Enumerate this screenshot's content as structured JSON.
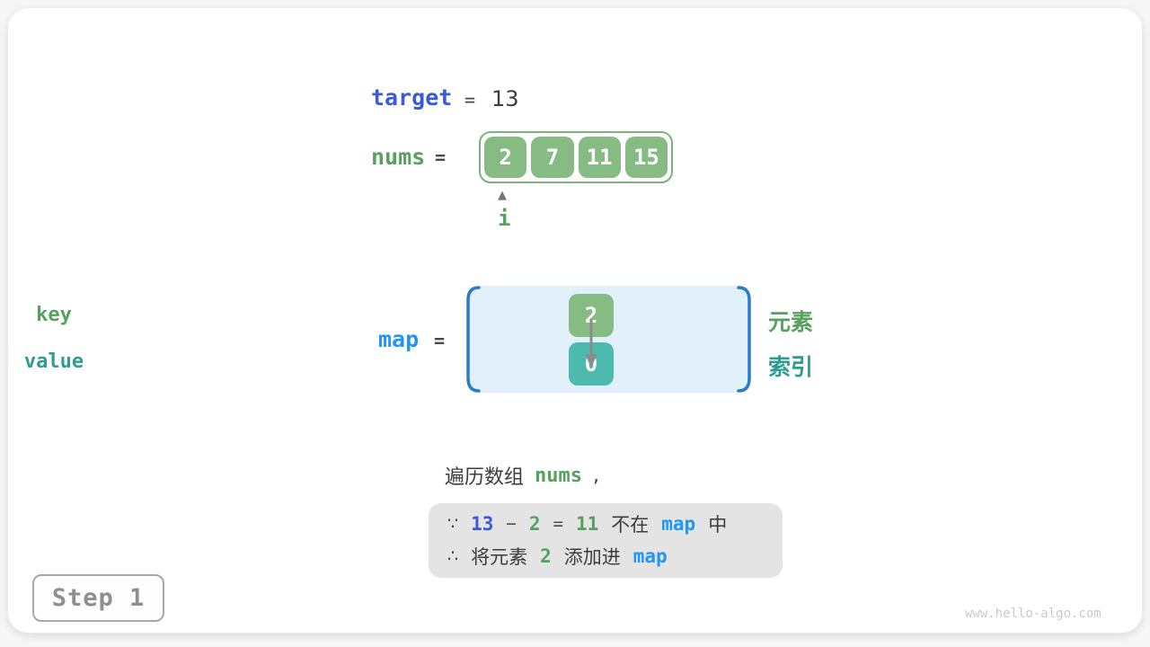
{
  "palette": {
    "code_blue": "#3A5BD9",
    "map_blue": "#2196F3",
    "bracket_blue": "#2B7CC8",
    "map_bg": "#E1F0FA",
    "green_text": "#56A15D",
    "green_box": "#87BB84",
    "green_box_border": "#7CB279",
    "teal_box": "#4DBAAE",
    "teal_text": "#2F9C91",
    "dark_text": "#3C3C3C",
    "note_bg": "#E4E4E4",
    "step_gray": "#8F8F8F",
    "watermark_gray": "#C9C9C9",
    "arrow_gray": "#8C8C8C"
  },
  "target_row": {
    "label": "target",
    "eq": "=",
    "value": "13"
  },
  "nums_row": {
    "label": "nums",
    "eq": "=",
    "cells": [
      "2",
      "7",
      "11",
      "15"
    ],
    "pointer": "i"
  },
  "map_block": {
    "label": "map",
    "eq": "=",
    "key_label": "key",
    "key_value": "2",
    "value_label": "value",
    "value_value": "0",
    "element_label": "元素",
    "index_label": "索引"
  },
  "caption": {
    "text": "遍历数组",
    "code": "nums",
    "comma": ","
  },
  "note": {
    "line1": {
      "s0": "∵",
      "s1": "13",
      "s2": "−",
      "s3": "2",
      "s4": "=",
      "s5": "11",
      "s6": "不在",
      "s7": "map",
      "s8": "中"
    },
    "line2": {
      "s0": "∴",
      "s1": "将元素",
      "s2": "2",
      "s3": "添加进",
      "s4": "map"
    }
  },
  "step_badge": {
    "label": "Step 1"
  },
  "watermark": {
    "text": "www.hello-algo.com"
  }
}
